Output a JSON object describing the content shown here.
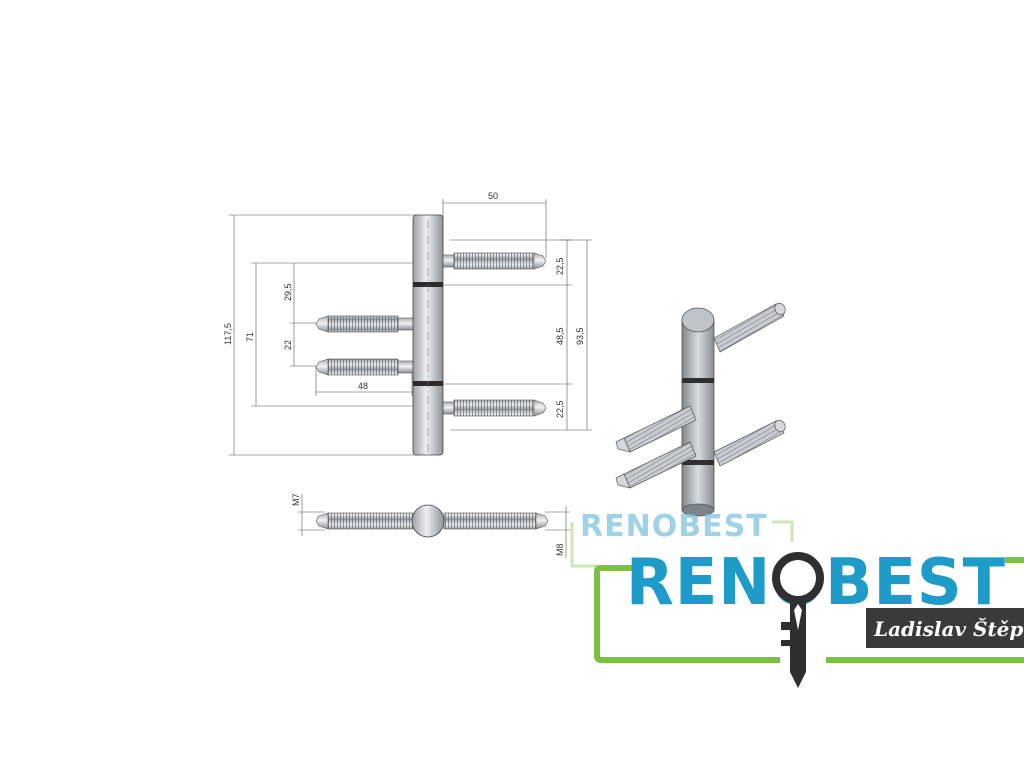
{
  "drawing": {
    "dimensions": {
      "top_width": "50",
      "upper_right_height": "22,5",
      "middle_right_height": "48,5",
      "total_right_height": "93,5",
      "lower_right_height": "22,5",
      "left_outer_height": "117,5",
      "left_inner_height": "71",
      "left_upper_pin_offset": "29,5",
      "left_pin_spacing": "22",
      "left_pin_length": "48",
      "thread_left": "M7",
      "thread_right": "M8"
    }
  },
  "logo": {
    "small_text": "RENOBEST",
    "large_text": "RENOBEST",
    "owner_name": "Ladislav Štěpán",
    "colors": {
      "blue": "#1e9bc8",
      "light_blue": "#7fc3dd",
      "green": "#7ac143",
      "light_green": "#bcdfa0",
      "dark": "#3a3a3a"
    }
  },
  "colors": {
    "metal_light": "#e6e8ea",
    "metal_mid": "#b9bec3",
    "metal_dark": "#7d848a",
    "outline": "#444444",
    "dim_line": "#555555"
  }
}
